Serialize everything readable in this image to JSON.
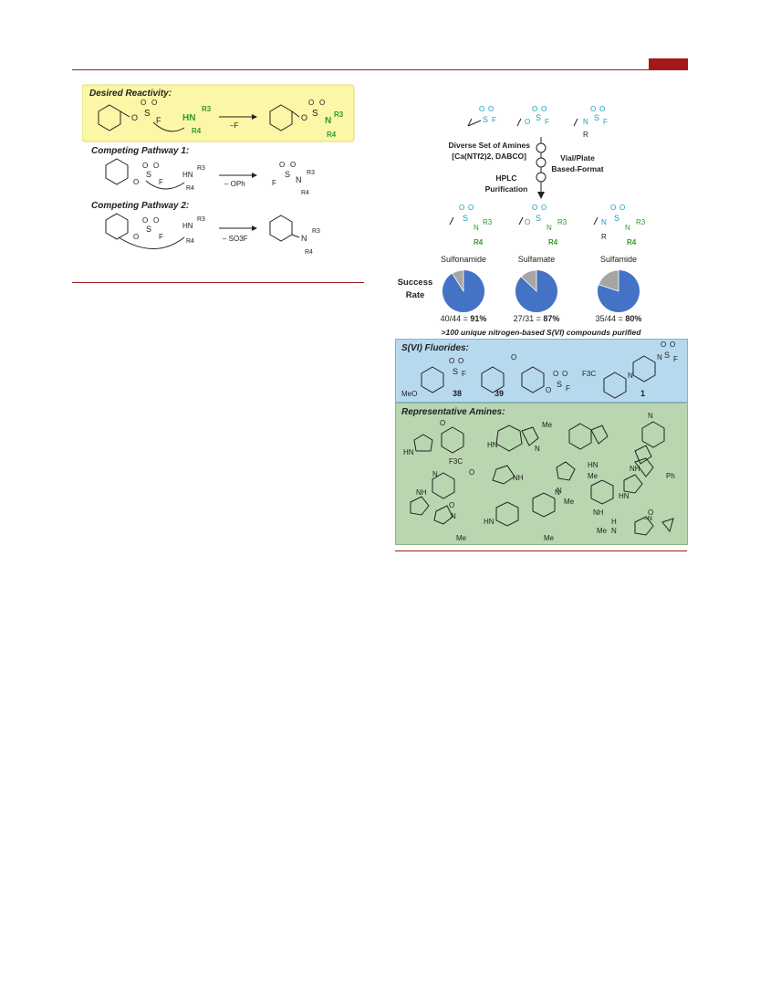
{
  "left_scheme": {
    "desired_label": "Desired Reactivity:",
    "competing_1_label": "Competing Pathway 1:",
    "competing_2_label": "Competing Pathway 2:",
    "arrow_1": "–F",
    "arrow_2": "– OPh",
    "arrow_3": "– SO3F",
    "atom_O": "O",
    "atom_S": "S",
    "atom_F": "F",
    "atom_N": "N",
    "atom_HN": "HN",
    "r3": "R3",
    "r4": "R4"
  },
  "right_scheme": {
    "reagents_line1": "Diverse Set of Amines",
    "reagents_line2": "[Ca(NTf2)2, DABCO]",
    "format_line1": "Vial/Plate",
    "format_line2": "Based-Format",
    "purification_line1": "HPLC",
    "purification_line2": "Purification",
    "success_line1": "Success",
    "success_line2": "Rate",
    "footer_note": ">100 unique nitrogen-based S(VI) compounds purified",
    "products": [
      {
        "name": "Sulfonamide",
        "ratio": "40/44 = ",
        "pct": "91%",
        "fraction": 0.91
      },
      {
        "name": "Sulfamate",
        "ratio": "27/31 = ",
        "pct": "87%",
        "fraction": 0.87
      },
      {
        "name": "Sulfamide",
        "ratio": "35/44 = ",
        "pct": "80%",
        "fraction": 0.8
      }
    ],
    "r3": "R3",
    "r4": "R4",
    "r": "R"
  },
  "fluorides_panel": {
    "title": "S(VI) Fluorides:",
    "compounds": [
      "38",
      "39",
      "1"
    ],
    "meo": "MeO",
    "cf3": "F3C"
  },
  "amines_panel": {
    "title": "Representative Amines:",
    "labels": [
      "HN",
      "F3C",
      "HN",
      "Me",
      "N",
      "HN",
      "Me",
      "N",
      "NH",
      "NH",
      "Ph",
      "HN",
      "N",
      "Me",
      "NH",
      "NH",
      "N",
      "Me",
      "HN",
      "Me",
      "H",
      "N",
      "O",
      "N"
    ]
  },
  "colors": {
    "accent_red": "#a31919",
    "desired_bg": "#fbf7a6",
    "fluorides_bg": "#b7d9ee",
    "amines_bg": "#b9d6b0",
    "pie_blue": "#4472c4",
    "pie_grey": "#a6a6a6",
    "cyan": "#0f9fc7",
    "green": "#2f9a2f"
  }
}
